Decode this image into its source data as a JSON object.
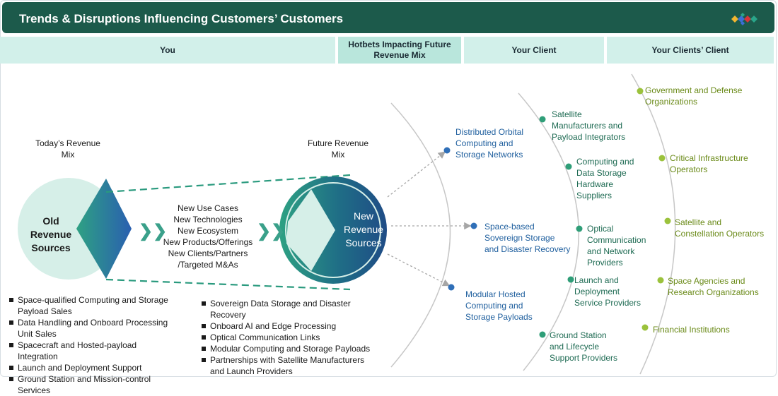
{
  "title": "Trends & Disruptions Influencing Customers’ Customers",
  "columns": {
    "you": "You",
    "hotbets": "Hotbets Impacting Future Revenue Mix",
    "client": "Your Client",
    "clients_client": "Your Clients’ Client"
  },
  "today": {
    "heading": "Today’s Revenue Mix",
    "circle_label": "Old Revenue Sources",
    "sources": [
      "Space-qualified Computing and Storage Payload Sales",
      "Data Handling and Onboard Processing Unit Sales",
      "Spacecraft and Hosted-payload Integration",
      "Launch and Deployment Support",
      "Ground Station and Mission-control Services"
    ]
  },
  "drivers": [
    "New Use Cases",
    "New Technologies",
    "New Ecosystem",
    "New Products/Offerings",
    "New Clients/Partners",
    "/Targeted M&As"
  ],
  "future": {
    "heading": "Future Revenue Mix",
    "circle_label": "New Revenue Sources",
    "sources": [
      "Sovereign Data Storage and Disaster Recovery",
      "Onboard AI and Edge Processing",
      "Optical Communication Links",
      "Modular Computing and Storage Payloads",
      "Partnerships with Satellite Manufacturers and Launch Providers"
    ]
  },
  "hotbets": [
    "Distributed Orbital Computing and Storage Networks",
    "Space-based Sovereign Storage and Disaster Recovery",
    "Modular Hosted Computing and Storage Payloads"
  ],
  "clients": [
    "Satellite Manufacturers and Payload Integrators",
    "Computing and Data Storage Hardware Suppliers",
    "Optical Communication and Network Providers",
    "Launch and Deployment Service Providers",
    "Ground Station and Lifecycle Support Providers"
  ],
  "clients_clients": [
    "Government and Defense Organizations",
    "Critical Infrastructure Operators",
    "Satellite and Constellation Operators",
    "Space Agencies and Research Organizations",
    "Financial Institutions"
  ],
  "colors": {
    "banner": "#1c5a4b",
    "header": "#d2f0ea",
    "teal": "#3aa08a",
    "blue_dot": "#2f6fb8",
    "green_dot": "#2f9e78",
    "olive_dot": "#9bc23c"
  }
}
